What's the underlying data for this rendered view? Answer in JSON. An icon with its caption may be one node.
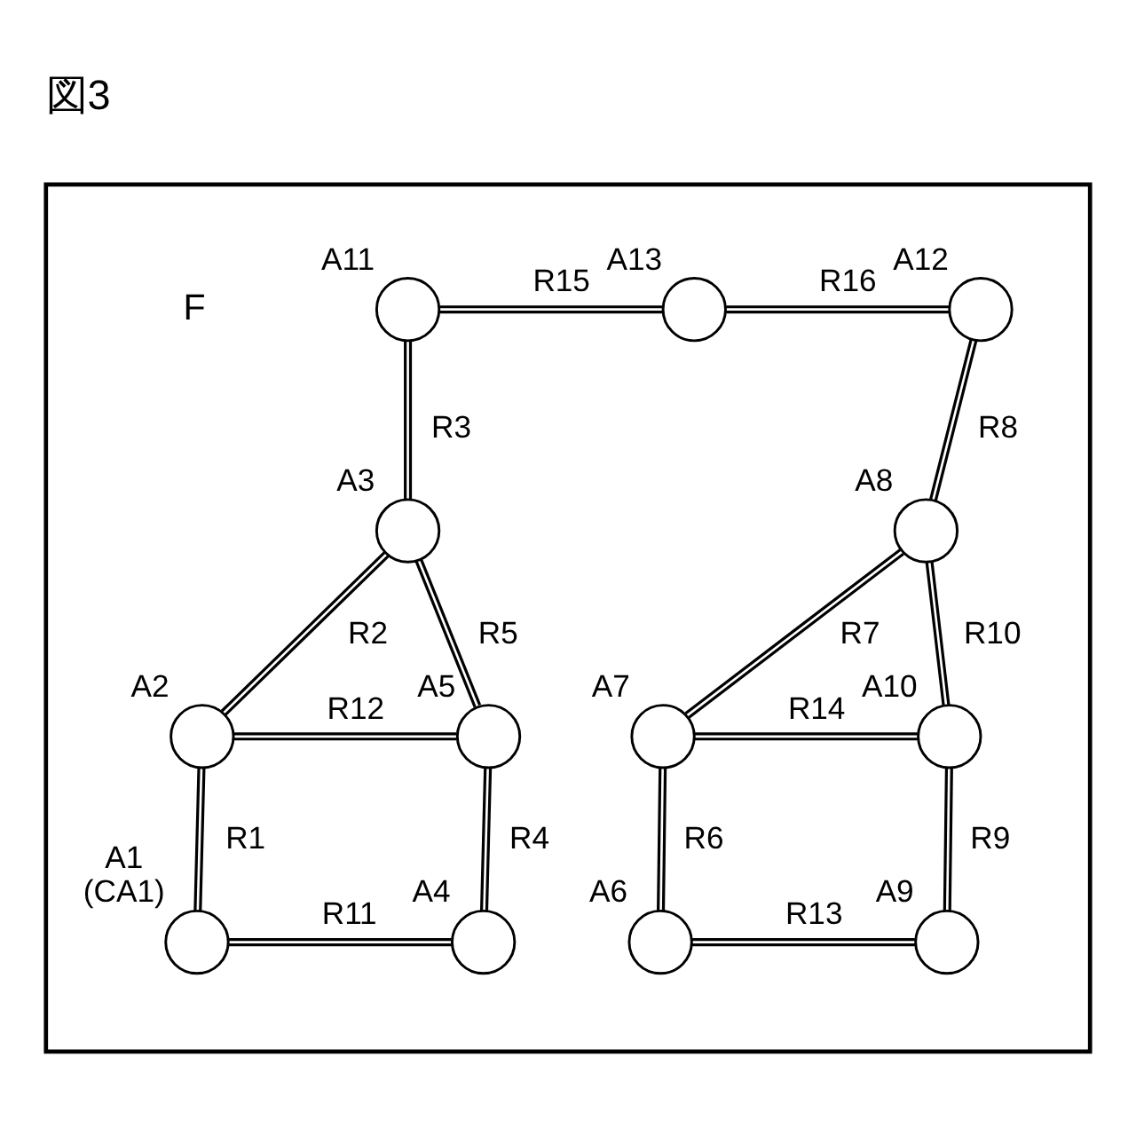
{
  "diagram": {
    "title": "図3",
    "nodes": [
      {
        "text": [],
        "shape": "box"
      },
      {
        "text": [],
        "shape": "circle",
        "beside": [
          "A11"
        ],
        "in": 0
      },
      {
        "text": [],
        "shape": "circle",
        "beside": [
          "A13"
        ],
        "in": 0
      },
      {
        "text": [],
        "shape": "circle",
        "beside": [
          "A12"
        ],
        "in": 0
      },
      {
        "text": [],
        "shape": "circle",
        "beside": [
          "A3"
        ],
        "in": 0
      },
      {
        "text": [],
        "shape": "circle",
        "beside": [
          "A8"
        ],
        "in": 0
      },
      {
        "text": [],
        "shape": "circle",
        "beside": [
          "A2"
        ],
        "in": 0
      },
      {
        "text": [],
        "shape": "circle",
        "beside": [
          "A5"
        ],
        "in": 0
      },
      {
        "text": [],
        "shape": "circle",
        "beside": [
          "A7"
        ],
        "in": 0
      },
      {
        "text": [],
        "shape": "circle",
        "beside": [
          "A10"
        ],
        "in": 0
      },
      {
        "text": [],
        "shape": "circle",
        "beside": [
          "A1",
          "(CA1)"
        ],
        "in": 0
      },
      {
        "text": [],
        "shape": "circle",
        "beside": [
          "A4"
        ],
        "in": 0
      },
      {
        "text": [],
        "shape": "circle",
        "beside": [
          "A6"
        ],
        "in": 0
      },
      {
        "text": [],
        "shape": "circle",
        "beside": [
          "A9"
        ],
        "in": 0
      }
    ],
    "edges": [
      {
        "from": 6,
        "to": 10,
        "arrow": "none",
        "label": "R1"
      },
      {
        "from": 4,
        "to": 6,
        "arrow": "none",
        "label": "R2"
      },
      {
        "from": 1,
        "to": 4,
        "arrow": "none",
        "label": "R3"
      },
      {
        "from": 7,
        "to": 11,
        "arrow": "none",
        "label": "R4"
      },
      {
        "from": 4,
        "to": 7,
        "arrow": "none",
        "label": "R5"
      },
      {
        "from": 8,
        "to": 12,
        "arrow": "none",
        "label": "R6"
      },
      {
        "from": 5,
        "to": 8,
        "arrow": "none",
        "label": "R7"
      },
      {
        "from": 3,
        "to": 5,
        "arrow": "none",
        "label": "R8"
      },
      {
        "from": 9,
        "to": 13,
        "arrow": "none",
        "label": "R9"
      },
      {
        "from": 5,
        "to": 9,
        "arrow": "none",
        "label": "R10"
      },
      {
        "from": 10,
        "to": 11,
        "arrow": "none",
        "label": "R11"
      },
      {
        "from": 6,
        "to": 7,
        "arrow": "none",
        "label": "R12"
      },
      {
        "from": 12,
        "to": 13,
        "arrow": "none",
        "label": "R13"
      },
      {
        "from": 8,
        "to": 9,
        "arrow": "none",
        "label": "R14"
      },
      {
        "from": 1,
        "to": 2,
        "arrow": "none",
        "label": "R15"
      },
      {
        "from": 2,
        "to": 3,
        "arrow": "none",
        "label": "R16"
      }
    ],
    "labels": [
      "F"
    ]
  }
}
